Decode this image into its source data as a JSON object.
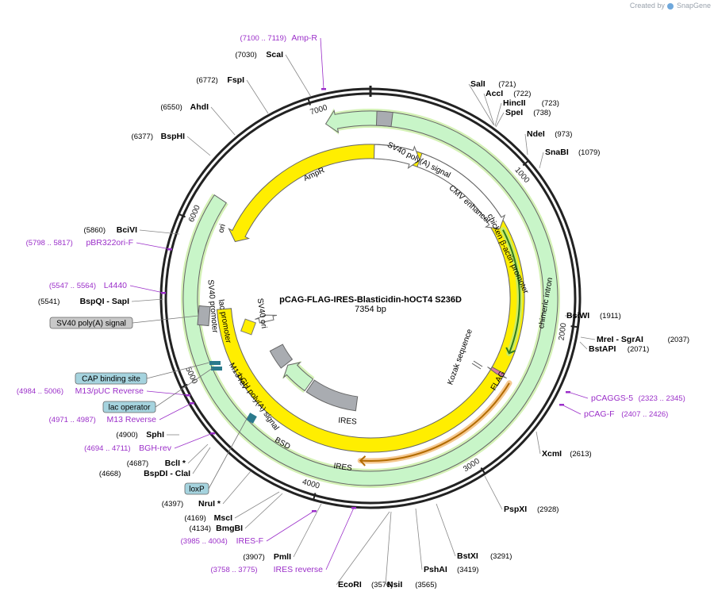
{
  "header": {
    "created_by": "Created by",
    "brand": "SnapGene"
  },
  "plasmid": {
    "name": "pCAG-FLAG-IRES-Blasticidin-hOCT4 S236D",
    "length_label": "7354 bp",
    "length_bp": 7354
  },
  "colors": {
    "backbone": "#222222",
    "enzyme": "#000000",
    "primer": "#9b2fc9",
    "ampr_fill": "#c8f5c8",
    "ampr_glow": "#b8e986",
    "ori": "#ffee00",
    "grey_feature": "#a9acb1",
    "orf_glow": "#f2b56b",
    "callout_fill": "#a5d3de",
    "flag_fill": "#d97aa5"
  },
  "tick_labels": [
    {
      "bp": 1000,
      "label": "1000"
    },
    {
      "bp": 2000,
      "label": "2000"
    },
    {
      "bp": 3000,
      "label": "3000"
    },
    {
      "bp": 4000,
      "label": "4000"
    },
    {
      "bp": 5000,
      "label": "5000"
    },
    {
      "bp": 6000,
      "label": "6000"
    },
    {
      "bp": 7000,
      "label": "7000"
    }
  ],
  "features": [
    {
      "name": "AmpR",
      "label": "AmpR",
      "start": 7060,
      "end": 6200,
      "type": "arrow",
      "fill": "#c8f5c8",
      "glow": "#b8e986",
      "track": 0
    },
    {
      "name": "ori",
      "label": "ori",
      "start": 5980,
      "end": 5430,
      "type": "arrow",
      "fill": "#ffee00",
      "track": 1
    },
    {
      "name": "cmv-enhancer",
      "label": "CMV enhancer",
      "start": 30,
      "end": 400,
      "type": "white-arrow",
      "track": 1
    },
    {
      "name": "chicken-actin-promoter",
      "label": "chicken β-actin promoter",
      "start": 400,
      "end": 1260,
      "type": "white-arrow",
      "track": 1
    },
    {
      "name": "chimeric-intron",
      "label": "chimeric intron",
      "start": 1280,
      "end": 2280,
      "type": "thin-arrow",
      "glow": "#b8e986",
      "track": 1
    },
    {
      "name": "flag",
      "label": "FLAG",
      "start": 2440,
      "end": 2470,
      "type": "small-arrow",
      "fill": "#d97aa5",
      "track": 1
    },
    {
      "name": "hoct4-orf",
      "label": "",
      "start": 2480,
      "end": 3750,
      "type": "thin-arrow",
      "glow": "#f2b56b",
      "track": 0
    },
    {
      "name": "ires",
      "label": "IRES",
      "start": 3830,
      "end": 4380,
      "type": "block",
      "fill": "#a9acb1",
      "track": 2
    },
    {
      "name": "bsd",
      "label": "BSD",
      "start": 4400,
      "end": 4720,
      "type": "arrow",
      "fill": "#c8f5c8",
      "glow": "#b8e986",
      "track": 2
    },
    {
      "name": "bgh-polya",
      "label": "bGH poly(A) signal",
      "start": 4740,
      "end": 4950,
      "type": "block",
      "fill": "#a9acb1",
      "track": 2
    },
    {
      "name": "sv40-promoter",
      "label": "SV40 promoter",
      "start": 5260,
      "end": 5330,
      "type": "white-arrow",
      "track": 2
    },
    {
      "name": "sv40-polya-top",
      "label": "SV40 poly(A) signal",
      "start": 40,
      "end": 140,
      "type": "block",
      "fill": "#a9acb1",
      "track": 0
    }
  ],
  "inner_labels": [
    {
      "text": "SV40 poly(A) signal",
      "name": "sv40-polya-label"
    },
    {
      "text": "CMV enhancer",
      "name": "cmv-enhancer-label"
    },
    {
      "text": "chicken β-actin promoter",
      "name": "chicken-actin-label"
    },
    {
      "text": "chimeric intron",
      "name": "chimeric-intron-label"
    },
    {
      "text": "Kozak sequence",
      "name": "kozak-label"
    },
    {
      "text": "FLAG",
      "name": "flag-label"
    },
    {
      "text": "IRES",
      "name": "ires-inner-label"
    },
    {
      "text": "IRES",
      "name": "ires-outer-label"
    },
    {
      "text": "BSD",
      "name": "bsd-label"
    },
    {
      "text": "bGH poly(A) signal",
      "name": "bgh-label"
    },
    {
      "text": "M13 rev",
      "name": "m13rev-label"
    },
    {
      "text": "SV40 promoter",
      "name": "sv40-promoter-label"
    },
    {
      "text": "lac promoter",
      "name": "lac-promoter-label"
    },
    {
      "text": "SV40 ori",
      "name": "sv40-ori-label"
    },
    {
      "text": "AmpR",
      "name": "ampr-label"
    },
    {
      "text": "ori",
      "name": "ori-label"
    }
  ],
  "enzymes": [
    {
      "name": "ScaI",
      "pos": "(7030)",
      "bp": 7030
    },
    {
      "name": "FspI",
      "pos": "(6772)",
      "bp": 6772
    },
    {
      "name": "AhdI",
      "pos": "(6550)",
      "bp": 6550
    },
    {
      "name": "BspHI",
      "pos": "(6377)",
      "bp": 6377
    },
    {
      "name": "BciVI",
      "pos": "(5860)",
      "bp": 5860
    },
    {
      "name": "BspQI - SapI",
      "pos": "(5541)",
      "bp": 5541
    },
    {
      "name": "SphI",
      "pos": "(4900)",
      "bp": 4900
    },
    {
      "name": "BclI *",
      "pos": "(4687)",
      "bp": 4687
    },
    {
      "name": "BspDI - ClaI",
      "pos": "(4668)",
      "bp": 4668
    },
    {
      "name": "NruI *",
      "pos": "(4397)",
      "bp": 4397
    },
    {
      "name": "MscI",
      "pos": "(4169)",
      "bp": 4169
    },
    {
      "name": "BmgBI",
      "pos": "(4134)",
      "bp": 4134
    },
    {
      "name": "PmlI",
      "pos": "(3907)",
      "bp": 3907
    },
    {
      "name": "EcoRI",
      "pos": "(3576)",
      "bp": 3576
    },
    {
      "name": "NsiI",
      "pos": "(3565)",
      "bp": 3565
    },
    {
      "name": "PshAI",
      "pos": "(3419)",
      "bp": 3419
    },
    {
      "name": "BstXI",
      "pos": "(3291)",
      "bp": 3291
    },
    {
      "name": "PspXI",
      "pos": "(2928)",
      "bp": 2928
    },
    {
      "name": "XcmI",
      "pos": "(2613)",
      "bp": 2613
    },
    {
      "name": "BstAPI",
      "pos": "(2071)",
      "bp": 2071
    },
    {
      "name": "MreI - SgrAI",
      "pos": "(2037)",
      "bp": 2037
    },
    {
      "name": "BsiWI",
      "pos": "(1911)",
      "bp": 1911
    },
    {
      "name": "SnaBI",
      "pos": "(1079)",
      "bp": 1079
    },
    {
      "name": "NdeI",
      "pos": "(973)",
      "bp": 973
    },
    {
      "name": "SpeI",
      "pos": "(738)",
      "bp": 738
    },
    {
      "name": "HincII",
      "pos": "(723)",
      "bp": 723
    },
    {
      "name": "AccI",
      "pos": "(722)",
      "bp": 722
    },
    {
      "name": "SalI",
      "pos": "(721)",
      "bp": 721
    }
  ],
  "primers": [
    {
      "name": "Amp-R",
      "pos": "(7100 .. 7119)",
      "bp": 7110
    },
    {
      "name": "pBR322ori-F",
      "pos": "(5798 .. 5817)",
      "bp": 5808
    },
    {
      "name": "L4440",
      "pos": "(5547 .. 5564)",
      "bp": 5556
    },
    {
      "name": "M13/pUC Reverse",
      "pos": "(4984 .. 5006)",
      "bp": 4995
    },
    {
      "name": "M13 Reverse",
      "pos": "(4971 .. 4987)",
      "bp": 4979
    },
    {
      "name": "BGH-rev",
      "pos": "(4694 .. 4711)",
      "bp": 4702
    },
    {
      "name": "IRES-F",
      "pos": "(3985 .. 4004)",
      "bp": 3995
    },
    {
      "name": "IRES reverse",
      "pos": "(3758 .. 3775)",
      "bp": 3766
    },
    {
      "name": "pCAG-F",
      "pos": "(2407 .. 2426)",
      "bp": 2416
    },
    {
      "name": "pCAGGS-5",
      "pos": "(2323 .. 2345)",
      "bp": 2334
    }
  ],
  "callouts": [
    {
      "name": "SV40 poly(A) signal",
      "fill": "#c8c8c8"
    },
    {
      "name": "CAP binding site",
      "fill": "#a5d3de"
    },
    {
      "name": "lac operator",
      "fill": "#a5d3de"
    },
    {
      "name": "loxP",
      "fill": "#a5d3de"
    }
  ]
}
